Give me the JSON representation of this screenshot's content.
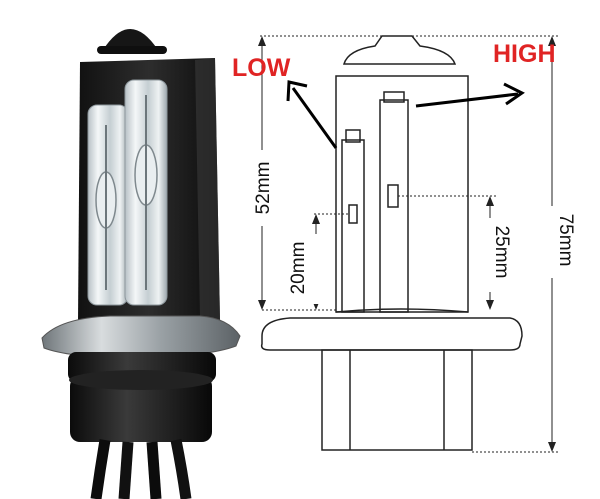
{
  "labels": {
    "low": "LOW",
    "high": "HIGH"
  },
  "dimensions": {
    "total_height": "75mm",
    "glass_height": "52mm",
    "low_filament": "20mm",
    "high_filament": "25mm"
  },
  "colors": {
    "label_red": "#e02424",
    "line": "#222222",
    "arrow": "#000000",
    "glass": "#d9e0e3",
    "base_metal": "#a9b0b4",
    "plastic": "#1c1c1c"
  },
  "icons": {
    "bulb_photo": "hid-bulb-photo-icon",
    "arrow_low": "arrow-up-left-icon",
    "arrow_high": "arrow-right-icon"
  }
}
